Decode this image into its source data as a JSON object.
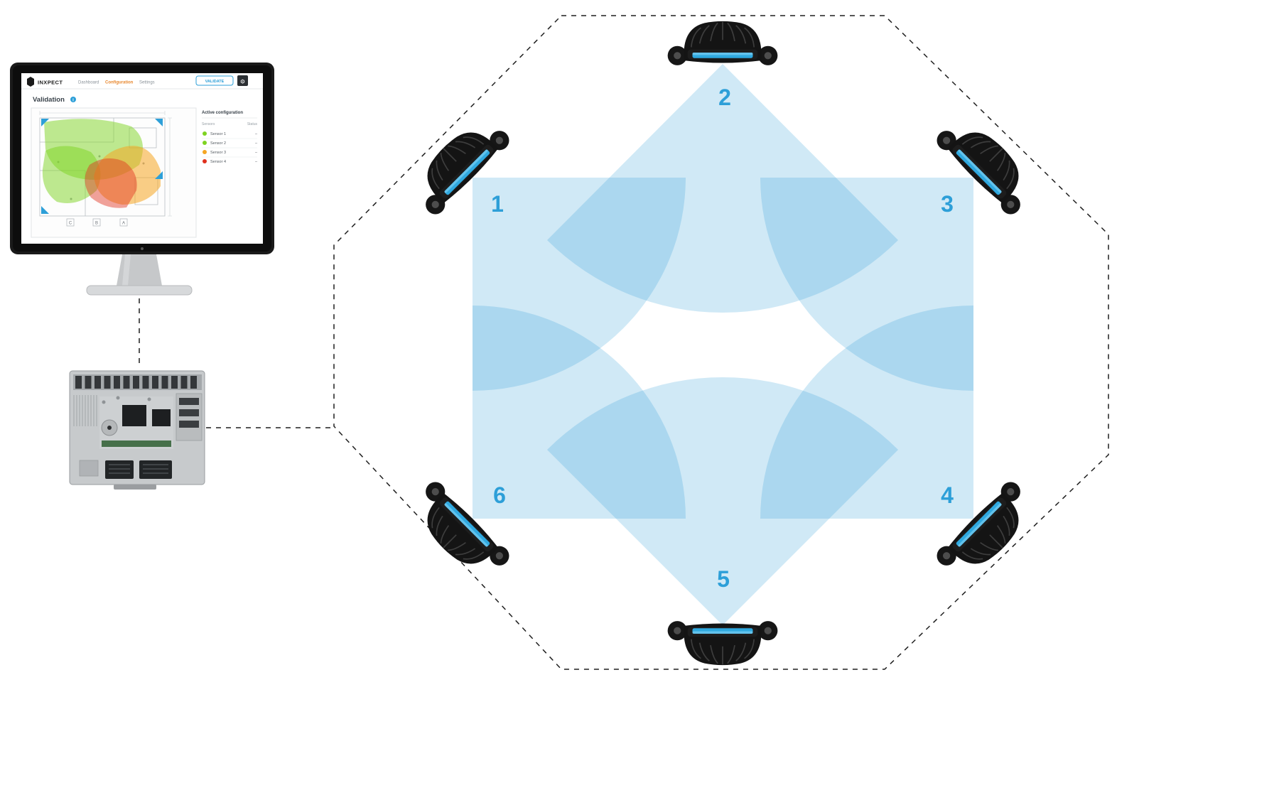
{
  "diagram": {
    "beam_color": "#2196d3",
    "label_color": "#2d9fd8",
    "sensor_window_color": "#2fa9e0",
    "sensors": [
      {
        "label": "1"
      },
      {
        "label": "2"
      },
      {
        "label": "3"
      },
      {
        "label": "4"
      },
      {
        "label": "5"
      },
      {
        "label": "6"
      }
    ]
  },
  "monitor": {
    "app": {
      "brand": "INXPECT",
      "nav": [
        {
          "label": "Dashboard",
          "active": false
        },
        {
          "label": "Configuration",
          "active": true
        },
        {
          "label": "Settings",
          "active": false
        }
      ],
      "validate_button": "VALIDATE",
      "icons": {
        "menu": "⚙",
        "info": "i"
      },
      "page_title": "Validation",
      "plan_grid_labels": [
        "C",
        "B",
        "A"
      ],
      "plan": {
        "zone_colors": {
          "covered": "#7ed321",
          "warning": "#f5a623",
          "danger": "#e0301e"
        },
        "marker_color": "#2d9fd8"
      },
      "panel": {
        "title": "Active configuration",
        "col_sensors": "Sensors",
        "col_status": "Status",
        "rows": [
          {
            "label": "Sensor 1",
            "status_color": "#7ed321",
            "value": "–"
          },
          {
            "label": "Sensor 2",
            "status_color": "#7ed321",
            "value": "–"
          },
          {
            "label": "Sensor 3",
            "status_color": "#f5a623",
            "value": "–"
          },
          {
            "label": "Sensor 4",
            "status_color": "#e0301e",
            "value": "–"
          }
        ]
      }
    }
  }
}
